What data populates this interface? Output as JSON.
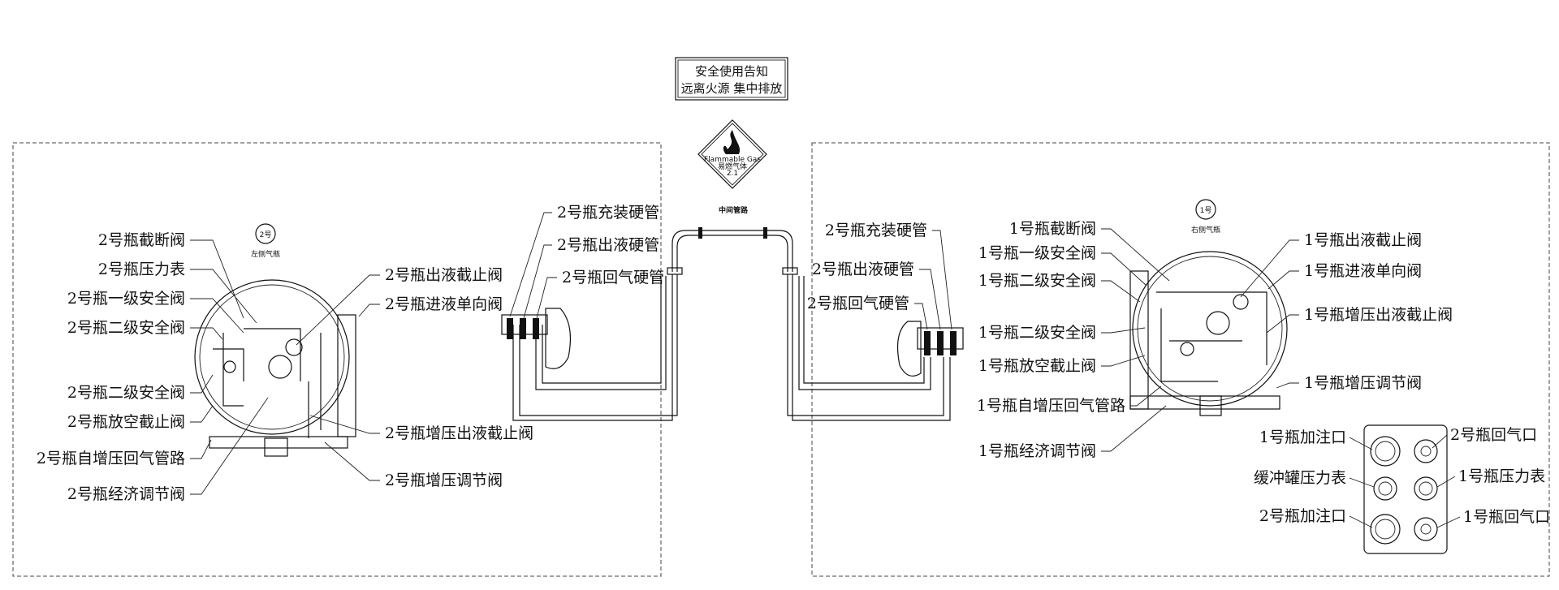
{
  "notice": {
    "line1": "安全使用告知",
    "line2": "远离火源 集中排放"
  },
  "hazard": {
    "en": "Flammable Gas",
    "cn": "易燃气体",
    "cls": "2.1"
  },
  "middle_label": "中间管路",
  "left_panel": {
    "badge": "2号",
    "sublabel": "左侧气瓶",
    "left_labels": [
      "2号瓶截断阀",
      "2号瓶压力表",
      "2号瓶一级安全阀",
      "2号瓶二级安全阀",
      "2号瓶二级安全阀",
      "2号瓶放空截止阀",
      "2号瓶自增压回气管路",
      "2号瓶经济调节阀"
    ],
    "right_labels": [
      "2号瓶出液截止阀",
      "2号瓶进液单向阀",
      "2号瓶增压出液截止阀",
      "2号瓶增压调节阀"
    ]
  },
  "hoses_left": [
    "2号瓶充装硬管",
    "2号瓶出液硬管",
    "2号瓶回气硬管"
  ],
  "hoses_right": [
    "2号瓶充装硬管",
    "2号瓶出液硬管",
    "2号瓶回气硬管"
  ],
  "right_panel": {
    "badge": "1号",
    "sublabel": "右侧气瓶",
    "left_labels": [
      "1号瓶截断阀",
      "1号瓶一级安全阀",
      "1号瓶二级安全阀",
      "1号瓶二级安全阀",
      "1号瓶放空截止阀",
      "1号瓶自增压回气管路",
      "1号瓶经济调节阀"
    ],
    "right_labels": [
      "1号瓶出液截止阀",
      "1号瓶进液单向阀",
      "1号瓶增压出液截止阀",
      "1号瓶增压调节阀"
    ]
  },
  "port_panel": {
    "left": [
      "1号瓶加注口",
      "缓冲罐压力表",
      "2号瓶加注口"
    ],
    "right": [
      "2号瓶回气口",
      "1号瓶压力表",
      "1号瓶回气口"
    ]
  }
}
